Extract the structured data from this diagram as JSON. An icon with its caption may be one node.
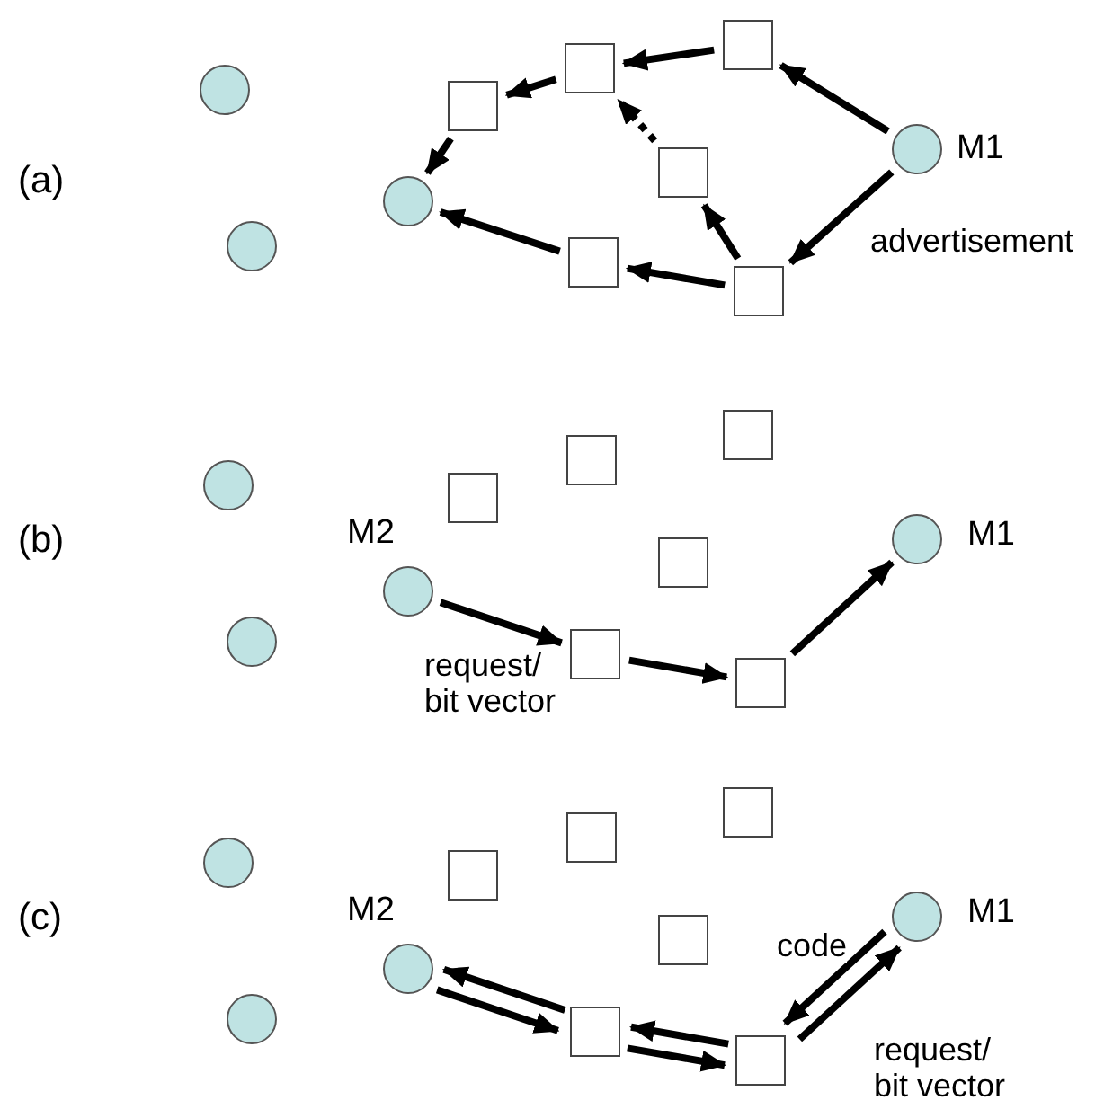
{
  "diagram": {
    "nodes": [
      {
        "text": [],
        "shape": "circle"
      },
      {
        "text": [],
        "shape": "circle"
      },
      {
        "text": [],
        "shape": "box"
      },
      {
        "text": [],
        "shape": "box"
      },
      {
        "text": [],
        "shape": "box"
      },
      {
        "text": [],
        "shape": "circle"
      },
      {
        "text": [],
        "shape": "box"
      },
      {
        "text": [],
        "shape": "box"
      },
      {
        "text": [],
        "shape": "box"
      },
      {
        "text": [
          "M1"
        ]
      },
      {
        "text": [],
        "shape": "circle"
      },
      {
        "text": [],
        "shape": "circle"
      },
      {
        "text": [],
        "shape": "box"
      },
      {
        "text": [],
        "shape": "box"
      },
      {
        "text": [],
        "shape": "box"
      },
      {
        "text": [
          "M2"
        ]
      },
      {
        "text": [],
        "shape": "box"
      },
      {
        "text": [],
        "shape": "box"
      },
      {
        "text": [],
        "shape": "box"
      },
      {
        "text": [
          "M1"
        ]
      },
      {
        "text": [],
        "shape": "circle"
      },
      {
        "text": [],
        "shape": "circle"
      },
      {
        "text": [],
        "shape": "box"
      },
      {
        "text": [],
        "shape": "box"
      },
      {
        "text": [],
        "shape": "box"
      },
      {
        "text": [
          "M2"
        ]
      },
      {
        "text": [],
        "shape": "box"
      },
      {
        "text": [],
        "shape": "box"
      },
      {
        "text": [],
        "shape": "box"
      },
      {
        "text": [
          "M1"
        ]
      }
    ],
    "edges": [
      {
        "from": 9,
        "to": 4,
        "arrow": "to"
      },
      {
        "from": 4,
        "to": 3,
        "arrow": "to"
      },
      {
        "from": 3,
        "to": 2,
        "arrow": "to"
      },
      {
        "from": 2,
        "to": 5,
        "arrow": "to"
      },
      {
        "from": 6,
        "to": 3,
        "arrow": "to",
        "style": "dashed"
      },
      {
        "from": 8,
        "to": 6,
        "arrow": "to"
      },
      {
        "from": 9,
        "to": 8,
        "arrow": "to",
        "label": "advertisement"
      },
      {
        "from": 8,
        "to": 7,
        "arrow": "to"
      },
      {
        "from": 7,
        "to": 5,
        "arrow": "to"
      },
      {
        "from": 15,
        "to": 17,
        "arrow": "to",
        "label": "request/ bit vector"
      },
      {
        "from": 17,
        "to": 18,
        "arrow": "to"
      },
      {
        "from": 18,
        "to": 19,
        "arrow": "to"
      },
      {
        "from": 27,
        "to": 25,
        "arrow": "to"
      },
      {
        "from": 25,
        "to": 27,
        "arrow": "to"
      },
      {
        "from": 28,
        "to": 27,
        "arrow": "to"
      },
      {
        "from": 27,
        "to": 28,
        "arrow": "to"
      },
      {
        "from": 29,
        "to": 28,
        "arrow": "to",
        "label": "code"
      },
      {
        "from": 28,
        "to": 29,
        "arrow": "to",
        "label": "request/ bit vector"
      }
    ],
    "labels": [
      "(a)",
      "(b)",
      "(c)"
    ]
  }
}
